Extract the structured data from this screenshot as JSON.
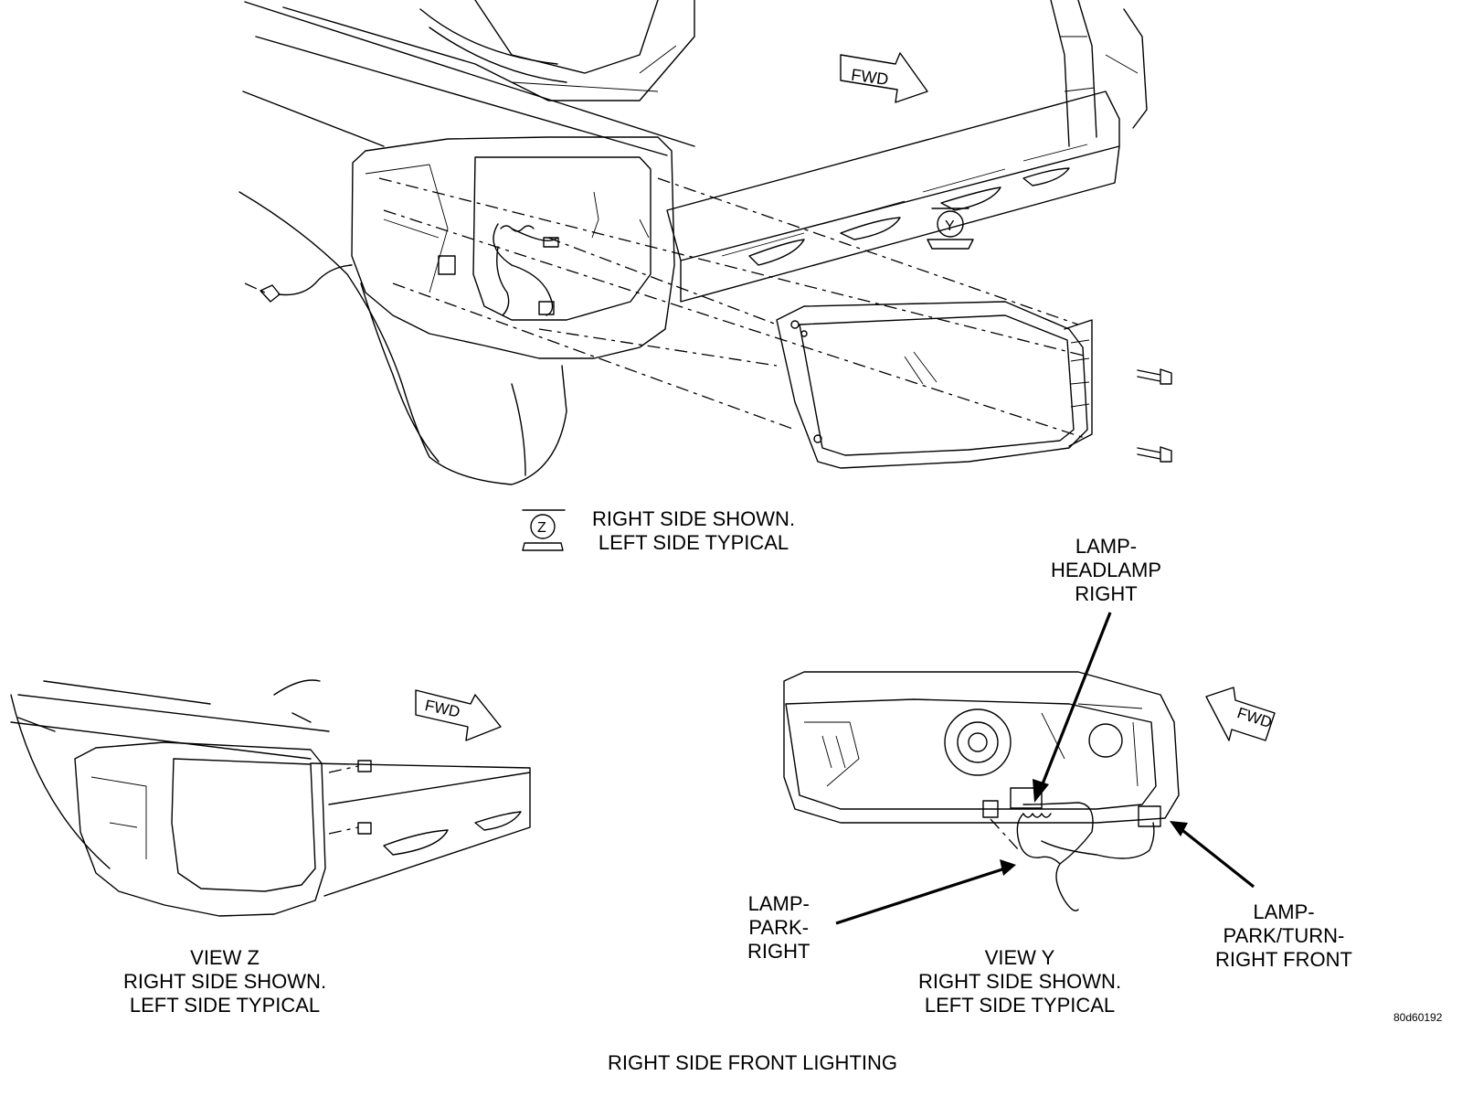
{
  "labels": {
    "main_caption_line1": "RIGHT SIDE SHOWN.",
    "main_caption_line2": "LEFT SIDE TYPICAL",
    "headlamp_line1": "LAMP-",
    "headlamp_line2": "HEADLAMP",
    "headlamp_line3": "RIGHT",
    "view_z_line1": "VIEW Z",
    "view_z_line2": "RIGHT SIDE SHOWN.",
    "view_z_line3": "LEFT SIDE TYPICAL",
    "park_line1": "LAMP-",
    "park_line2": "PARK-",
    "park_line3": "RIGHT",
    "view_y_line1": "VIEW Y",
    "view_y_line2": "RIGHT SIDE SHOWN.",
    "view_y_line3": "LEFT SIDE TYPICAL",
    "parkturn_line1": "LAMP-",
    "parkturn_line2": "PARK/TURN-",
    "parkturn_line3": "RIGHT FRONT",
    "figure_code": "80d60192",
    "figure_title": "RIGHT SIDE FRONT LIGHTING"
  },
  "markers": {
    "fwd": "FWD",
    "view_y": "Y",
    "view_z": "Z"
  },
  "icons": [
    "fwd-arrow-icon",
    "view-y-camera-icon",
    "view-z-camera-icon"
  ]
}
